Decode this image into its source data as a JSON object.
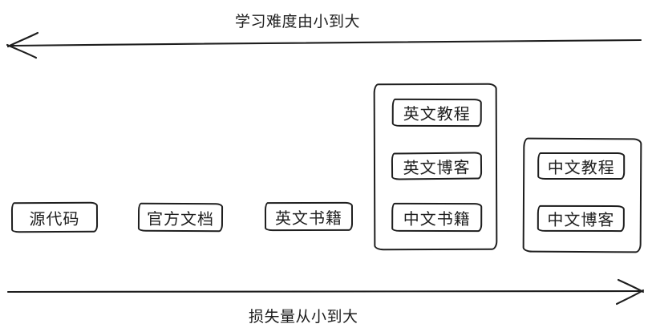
{
  "diagram": {
    "top_axis": {
      "label": "学习难度由小到大",
      "direction": "left"
    },
    "bottom_axis": {
      "label": "损失量从小到大",
      "direction": "right"
    },
    "standalone_boxes": [
      {
        "label": "源代码"
      },
      {
        "label": "官方文档"
      },
      {
        "label": "英文书籍"
      }
    ],
    "groups": [
      {
        "items": [
          {
            "label": "英文教程"
          },
          {
            "label": "英文博客"
          },
          {
            "label": "中文书籍"
          }
        ]
      },
      {
        "items": [
          {
            "label": "中文教程"
          },
          {
            "label": "中文博客"
          }
        ]
      }
    ],
    "colors": {
      "stroke": "#1e1e1e",
      "background": "#ffffff"
    }
  }
}
